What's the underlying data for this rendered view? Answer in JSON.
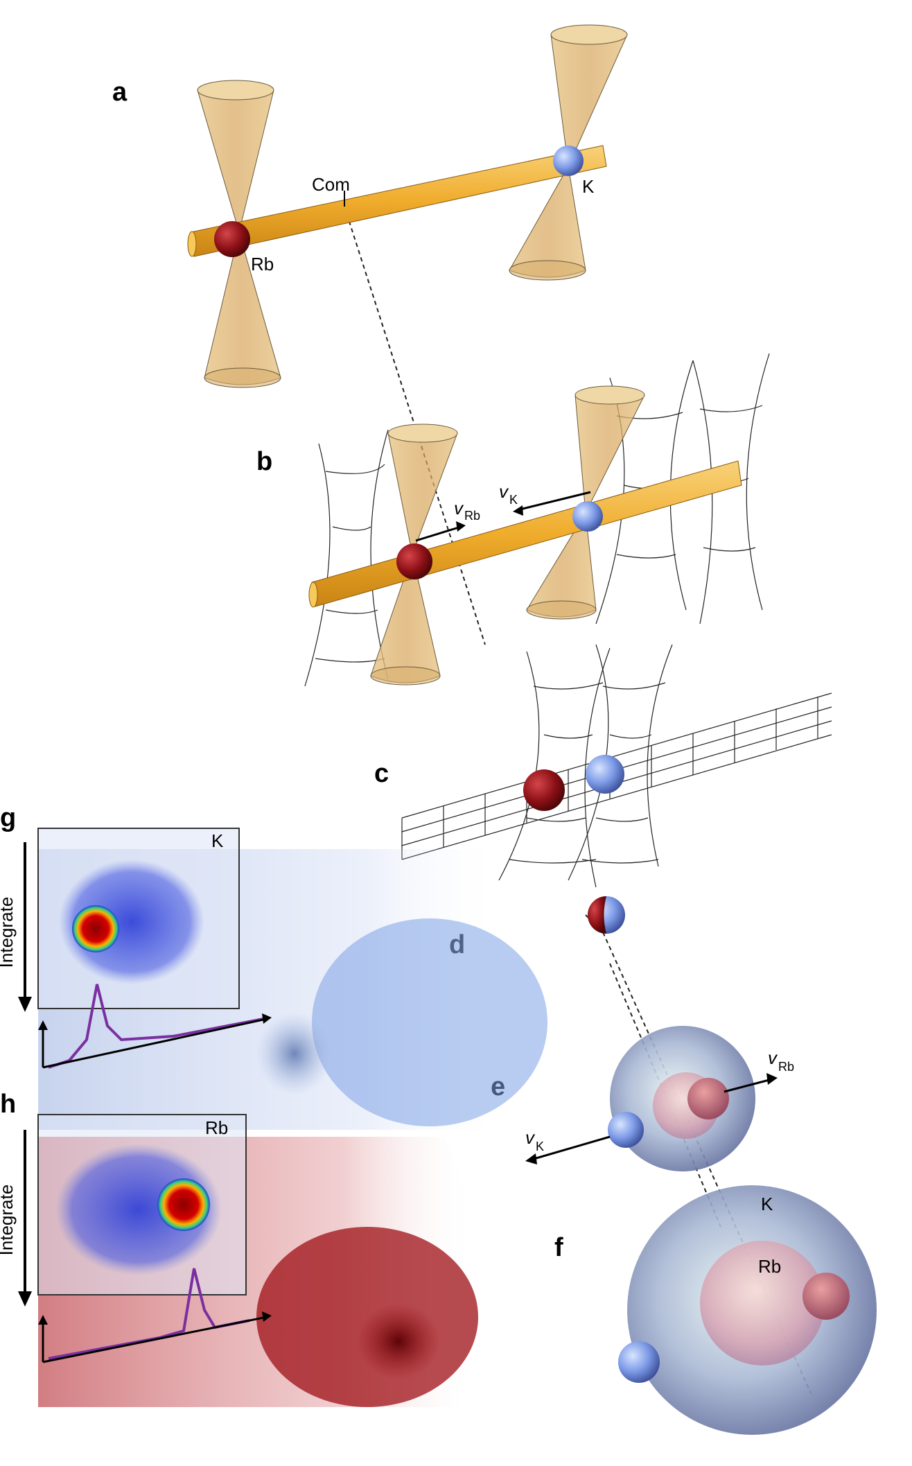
{
  "panels": {
    "a": "a",
    "b": "b",
    "c": "c",
    "d": "d",
    "e": "e",
    "f": "f",
    "g": "g",
    "h": "h"
  },
  "labels": {
    "com": "Com",
    "rb": "Rb",
    "k": "K",
    "v": "v",
    "sub_rb": "Rb",
    "sub_k": "K",
    "integrate": "Integrate",
    "f_outer": "K",
    "f_inner": "Rb",
    "g_frame": "K",
    "h_frame": "Rb"
  },
  "colors": {
    "tube": "#f2b53a",
    "cone": "#d9b06a",
    "rb_atom": "#8b1016",
    "k_atom": "#6f8fe0",
    "k_cloud": "#7ea3e6",
    "rb_cloud": "#9d0f14",
    "mesh": "#222222"
  }
}
